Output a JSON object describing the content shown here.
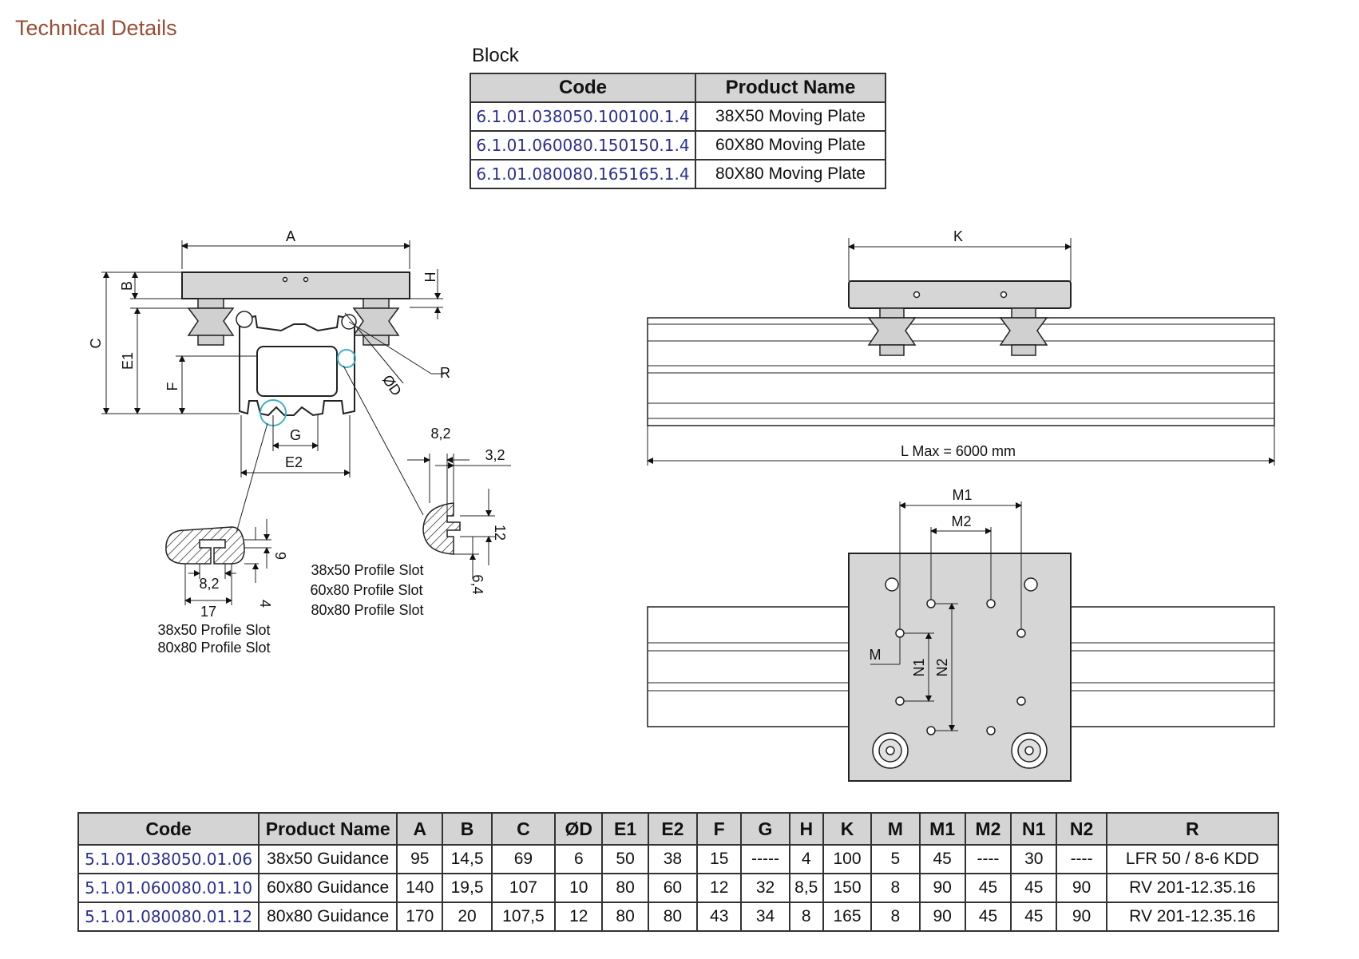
{
  "header": {
    "title": "Technical Details"
  },
  "block": {
    "caption": "Block",
    "columns": [
      "Code",
      "Product Name"
    ],
    "rows": [
      [
        "6.1.01.038050.100100.1.4",
        "38X50 Moving Plate"
      ],
      [
        "6.1.01.060080.150150.1.4",
        "60X80 Moving Plate"
      ],
      [
        "6.1.01.080080.165165.1.4",
        "80X80 Moving Plate"
      ]
    ]
  },
  "drawing": {
    "dims": {
      "A": "A",
      "B": "B",
      "C": "C",
      "E1": "E1",
      "F": "F",
      "G": "G",
      "E2": "E2",
      "H": "H",
      "R": "R",
      "D": "ØD",
      "K": "K",
      "M": "M",
      "M1": "M1",
      "M2": "M2",
      "N1": "N1",
      "N2": "N2",
      "lmax": "L Max = 6000 mm",
      "d82a": "8,2",
      "d32": "3,2",
      "d12": "12",
      "d64": "6,4",
      "d9": "9",
      "d4": "4",
      "d82b": "8,2",
      "d17": "17"
    },
    "slot_notes_right": [
      "38x50 Profile Slot",
      "60x80 Profile Slot",
      "80x80 Profile Slot"
    ],
    "slot_notes_left": [
      "38x50 Profile Slot",
      "80x80 Profile Slot"
    ]
  },
  "guidance": {
    "columns": [
      "Code",
      "Product Name",
      "A",
      "B",
      "C",
      "ØD",
      "E1",
      "E2",
      "F",
      "G",
      "H",
      "K",
      "M",
      "M1",
      "M2",
      "N1",
      "N2",
      "R"
    ],
    "rows": [
      [
        "5.1.01.038050.01.06",
        "38x50 Guidance",
        "95",
        "14,5",
        "69",
        "6",
        "50",
        "38",
        "15",
        "-----",
        "4",
        "100",
        "5",
        "45",
        "----",
        "30",
        "----",
        "LFR 50 / 8-6 KDD"
      ],
      [
        "5.1.01.060080.01.10",
        "60x80 Guidance",
        "140",
        "19,5",
        "107",
        "10",
        "80",
        "60",
        "12",
        "32",
        "8,5",
        "150",
        "8",
        "90",
        "45",
        "45",
        "90",
        "RV 201-12.35.16"
      ],
      [
        "5.1.01.080080.01.12",
        "80x80 Guidance",
        "170",
        "20",
        "107,5",
        "12",
        "80",
        "80",
        "43",
        "34",
        "8",
        "165",
        "8",
        "90",
        "45",
        "45",
        "90",
        "RV 201-12.35.16"
      ]
    ]
  },
  "colors": {
    "title": "#9a4e36",
    "code_text": "#2b2f8f",
    "header_bg": "#d4d4d4",
    "plate_fill": "#d6d6d6"
  }
}
